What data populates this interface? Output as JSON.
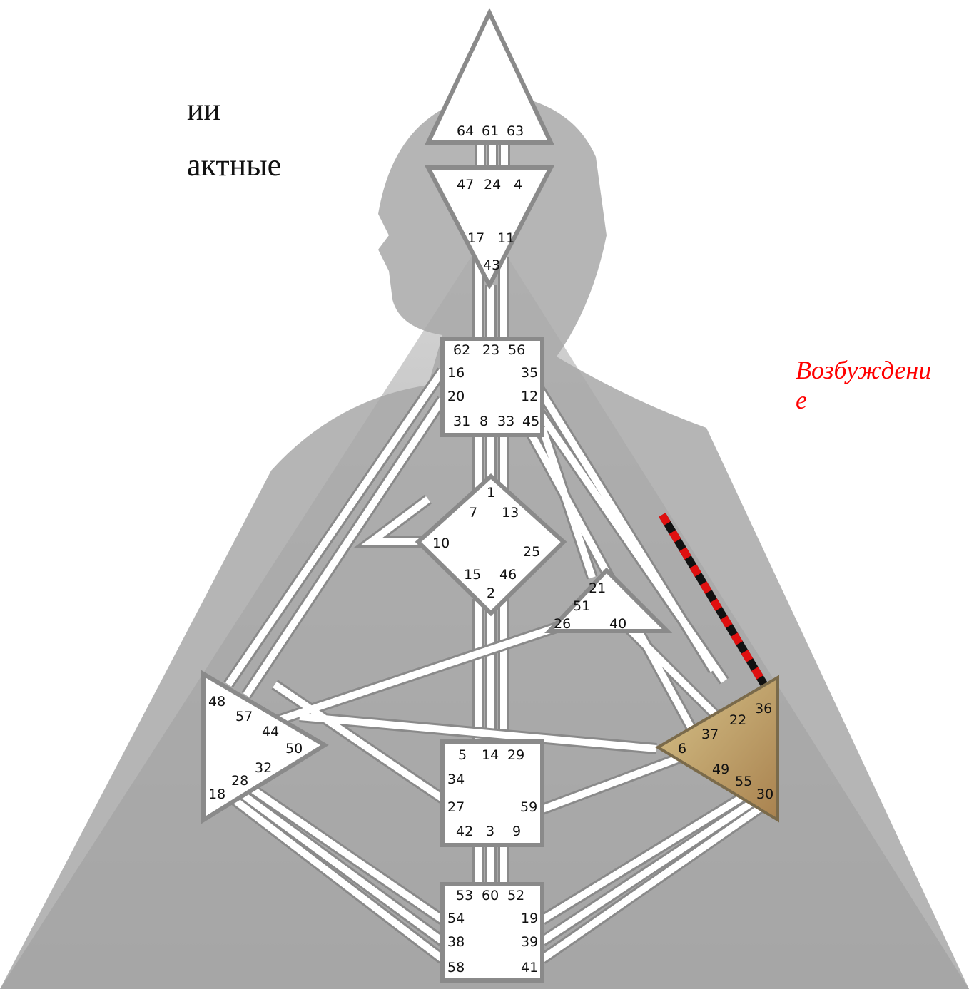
{
  "slide": {
    "line1": "ии",
    "line2": "актные",
    "annotation_line1": "Возбуждени",
    "annotation_line2": "е"
  },
  "colors": {
    "defined_center": "#b59665",
    "open_center": "#ffffff",
    "annotation": "#ff0000",
    "defined_channel_a": "#e01010",
    "defined_channel_b": "#111111"
  },
  "bodygraph": {
    "head": {
      "gates": [
        "64",
        "61",
        "63"
      ]
    },
    "ajna": {
      "gates": [
        "47",
        "24",
        "4",
        "17",
        "11",
        "43"
      ]
    },
    "throat": {
      "gates": [
        "62",
        "23",
        "56",
        "16",
        "35",
        "20",
        "12",
        "31",
        "8",
        "33",
        "45"
      ]
    },
    "g_center": {
      "gates": [
        "1",
        "7",
        "13",
        "10",
        "25",
        "15",
        "46",
        "2"
      ]
    },
    "ego": {
      "gates": [
        "21",
        "51",
        "26",
        "40"
      ]
    },
    "spleen": {
      "gates": [
        "48",
        "57",
        "44",
        "50",
        "32",
        "28",
        "18"
      ]
    },
    "sacral": {
      "gates": [
        "5",
        "14",
        "29",
        "34",
        "27",
        "59",
        "42",
        "3",
        "9"
      ]
    },
    "root": {
      "gates": [
        "53",
        "60",
        "52",
        "54",
        "19",
        "38",
        "39",
        "58",
        "41"
      ]
    },
    "solar_plexus": {
      "gates": [
        "36",
        "22",
        "37",
        "6",
        "49",
        "55",
        "30"
      ],
      "defined": true
    },
    "highlighted_channel": [
      "35",
      "36"
    ]
  }
}
